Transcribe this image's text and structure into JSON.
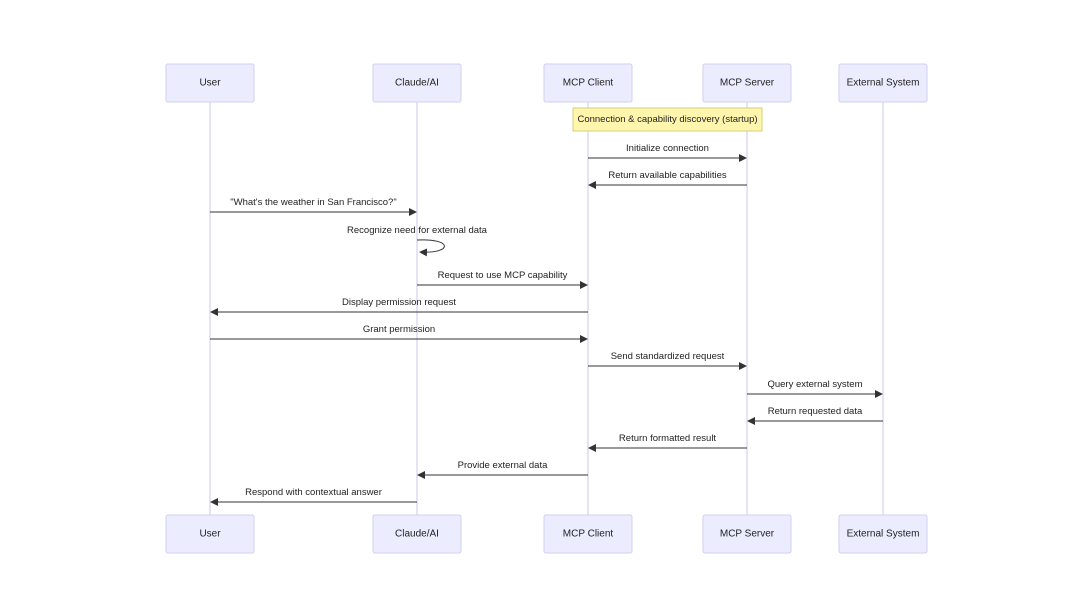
{
  "participants": [
    {
      "id": "user",
      "label": "User"
    },
    {
      "id": "ai",
      "label": "Claude/AI"
    },
    {
      "id": "client",
      "label": "MCP Client"
    },
    {
      "id": "server",
      "label": "MCP Server"
    },
    {
      "id": "external",
      "label": "External System"
    }
  ],
  "note": {
    "text": "Connection & capability discovery (startup)",
    "over": [
      "client",
      "server"
    ]
  },
  "messages": [
    {
      "from": "client",
      "to": "server",
      "text": "Initialize connection"
    },
    {
      "from": "server",
      "to": "client",
      "text": "Return available capabilities"
    },
    {
      "from": "user",
      "to": "ai",
      "text": "\"What's the weather in San Francisco?\""
    },
    {
      "from": "ai",
      "to": "ai",
      "text": "Recognize need for external data"
    },
    {
      "from": "ai",
      "to": "client",
      "text": "Request to use MCP capability"
    },
    {
      "from": "client",
      "to": "user",
      "text": "Display permission request"
    },
    {
      "from": "user",
      "to": "client",
      "text": "Grant permission"
    },
    {
      "from": "client",
      "to": "server",
      "text": "Send standardized request"
    },
    {
      "from": "server",
      "to": "external",
      "text": "Query external system"
    },
    {
      "from": "external",
      "to": "server",
      "text": "Return requested data"
    },
    {
      "from": "server",
      "to": "client",
      "text": "Return formatted result"
    },
    {
      "from": "client",
      "to": "ai",
      "text": "Provide external data"
    },
    {
      "from": "ai",
      "to": "user",
      "text": "Respond with contextual answer"
    }
  ]
}
